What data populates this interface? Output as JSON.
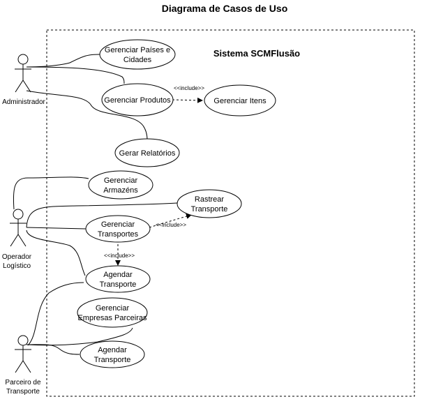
{
  "title": "Diagrama de Casos de Uso",
  "system": "Sistema SCMFlusão",
  "actors": {
    "administrador": [
      "Administrador"
    ],
    "operador": [
      "Operador",
      "Logístico"
    ],
    "parceiro": [
      "Parceiro de",
      "Transporte"
    ]
  },
  "use_cases": {
    "gerenciar_paises": [
      "Gerenciar Países e",
      "Cidades"
    ],
    "gerenciar_produtos": [
      "Gerenciar Produtos"
    ],
    "gerenciar_itens": [
      "Gerenciar Itens"
    ],
    "gerar_relatorios": [
      "Gerar Relatórios"
    ],
    "gerenciar_armazens": [
      "Gerenciar",
      "Armazéns"
    ],
    "rastrear_transporte": [
      "Rastrear",
      "Transporte"
    ],
    "gerenciar_transportes": [
      "Gerenciar",
      "Transportes"
    ],
    "agendar_transporte_1": [
      "Agendar",
      "Transporte"
    ],
    "gerenciar_empresas": [
      "Gerenciar",
      "Empresas Parceiras"
    ],
    "agendar_transporte_2": [
      "Agendar",
      "Transporte"
    ]
  },
  "relations": {
    "include_label": "<<include>>"
  }
}
